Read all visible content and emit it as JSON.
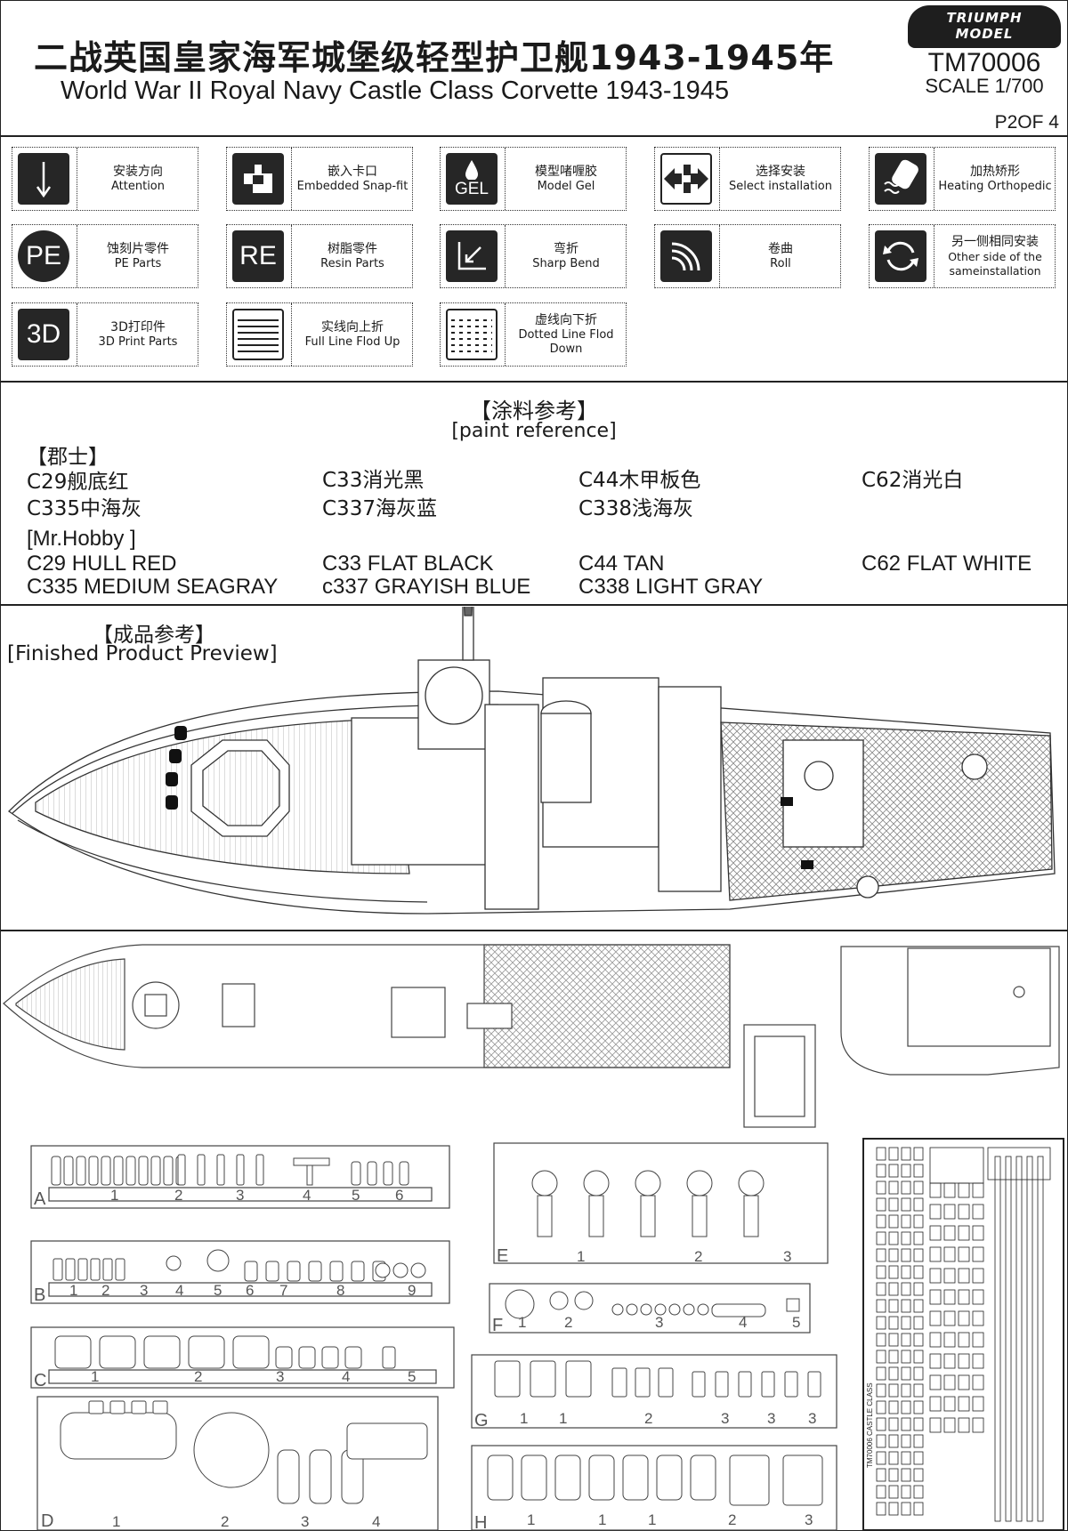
{
  "header": {
    "title_cn": "二战英国皇家海军城堡级轻型护卫舰1943-1945年",
    "title_en": "World War II Royal Navy Castle Class Corvette 1943-1945",
    "brand_line1": "TRIUMPH",
    "brand_line2": "MODEL",
    "code": "TM70006",
    "scale": "SCALE 1/700",
    "page": "P2OF 4"
  },
  "legend": [
    {
      "icon": "arrow-down-icon",
      "cn": "安装方向",
      "en": "Attention"
    },
    {
      "icon": "snap-fit-icon",
      "cn": "嵌入卡口",
      "en": "Embedded Snap-fit"
    },
    {
      "icon": "gel-drop-icon",
      "icon_text": "GEL",
      "cn": "模型啫喱胶",
      "en": "Model Gel"
    },
    {
      "icon": "select-install-icon",
      "cn": "选择安装",
      "en": "Select installation"
    },
    {
      "icon": "heating-icon",
      "cn": "加热矫形",
      "en": "Heating Orthopedic"
    },
    {
      "icon": "pe-icon",
      "icon_text": "PE",
      "cn": "蚀刻片零件",
      "en": "PE Parts"
    },
    {
      "icon": "re-icon",
      "icon_text": "RE",
      "cn": "树脂零件",
      "en": "Resin Parts"
    },
    {
      "icon": "sharp-bend-icon",
      "cn": "弯折",
      "en": "Sharp Bend"
    },
    {
      "icon": "roll-icon",
      "cn": "卷曲",
      "en": "Roll"
    },
    {
      "icon": "other-side-icon",
      "cn": "另一侧相同安装",
      "en": "Other side of the sameinstallation"
    },
    {
      "icon": "3d-icon",
      "icon_text": "3D",
      "cn": "3D打印件",
      "en": "3D Print Parts"
    },
    {
      "icon": "full-line-icon",
      "cn": "实线向上折",
      "en": "Full Line Flod Up"
    },
    {
      "icon": "dotted-line-icon",
      "cn": "虚线向下折",
      "en": "Dotted Line Flod Down"
    }
  ],
  "paint": {
    "heading_cn": "【涂料参考】",
    "heading_en": "[paint reference]",
    "gunze_label": "【郡士】",
    "gunze": [
      "C29舰底红",
      "C33消光黑",
      "C44木甲板色",
      "C62消光白",
      "C335中海灰",
      "C337海灰蓝",
      "C338浅海灰"
    ],
    "hobby_label": "[Mr.Hobby ]",
    "hobby": [
      "C29 HULL RED",
      "C33 FLAT BLACK",
      "C44 TAN",
      "C62 FLAT WHITE",
      "C335 MEDIUM SEAGRAY",
      "c337 GRAYISH BLUE",
      "C338 LIGHT GRAY"
    ]
  },
  "preview": {
    "heading_cn": "【成品参考】",
    "heading_en": "[Finished Product Preview]"
  },
  "sprues": {
    "A": {
      "letter": "A",
      "numbers": [
        "1",
        "2",
        "3",
        "4",
        "5",
        "6"
      ]
    },
    "B": {
      "letter": "B",
      "numbers": [
        "1",
        "2",
        "3",
        "4",
        "5",
        "6",
        "7",
        "8",
        "9"
      ]
    },
    "C": {
      "letter": "C",
      "numbers": [
        "1",
        "2",
        "3",
        "4",
        "5"
      ]
    },
    "D": {
      "letter": "D",
      "numbers": [
        "1",
        "2",
        "3",
        "4"
      ]
    },
    "E": {
      "letter": "E",
      "numbers": [
        "1",
        "2",
        "3"
      ]
    },
    "F": {
      "letter": "F",
      "numbers": [
        "1",
        "2",
        "3",
        "4",
        "5"
      ]
    },
    "G": {
      "letter": "G",
      "numbers": [
        "1",
        "1",
        "2",
        "3",
        "3",
        "3"
      ]
    },
    "H": {
      "letter": "H",
      "numbers": [
        "1",
        "1",
        "1",
        "2",
        "3"
      ]
    }
  },
  "pe_fret": {
    "label": "TM70006 CASTLE CLASS"
  }
}
